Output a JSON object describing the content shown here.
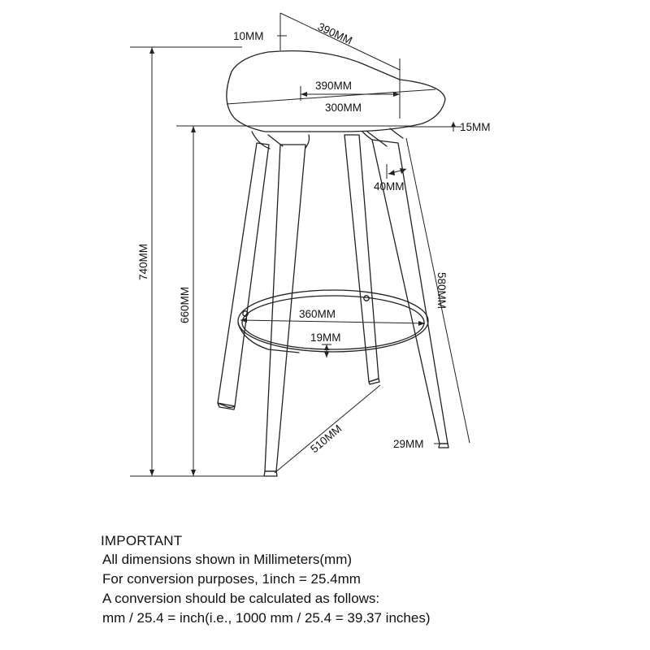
{
  "dimensions": {
    "seat_offset": "10MM",
    "seat_depth": "390MM",
    "seat_width": "390MM",
    "seat_inner": "300MM",
    "seat_thickness": "15MM",
    "leg_top": "40MM",
    "total_height": "740MM",
    "seat_height": "660MM",
    "leg_length": "580MM",
    "footrest_diameter": "360MM",
    "footrest_tube": "19MM",
    "base_span": "510MM",
    "foot_diameter": "29MM"
  },
  "notes": {
    "title": "IMPORTANT",
    "lines": [
      "All dimensions shown in Millimeters(mm)",
      "For conversion purposes, 1inch = 25.4mm",
      "A conversion should be calculated as follows:",
      "mm / 25.4 = inch(i.e., 1000 mm / 25.4 = 39.37 inches)"
    ]
  }
}
